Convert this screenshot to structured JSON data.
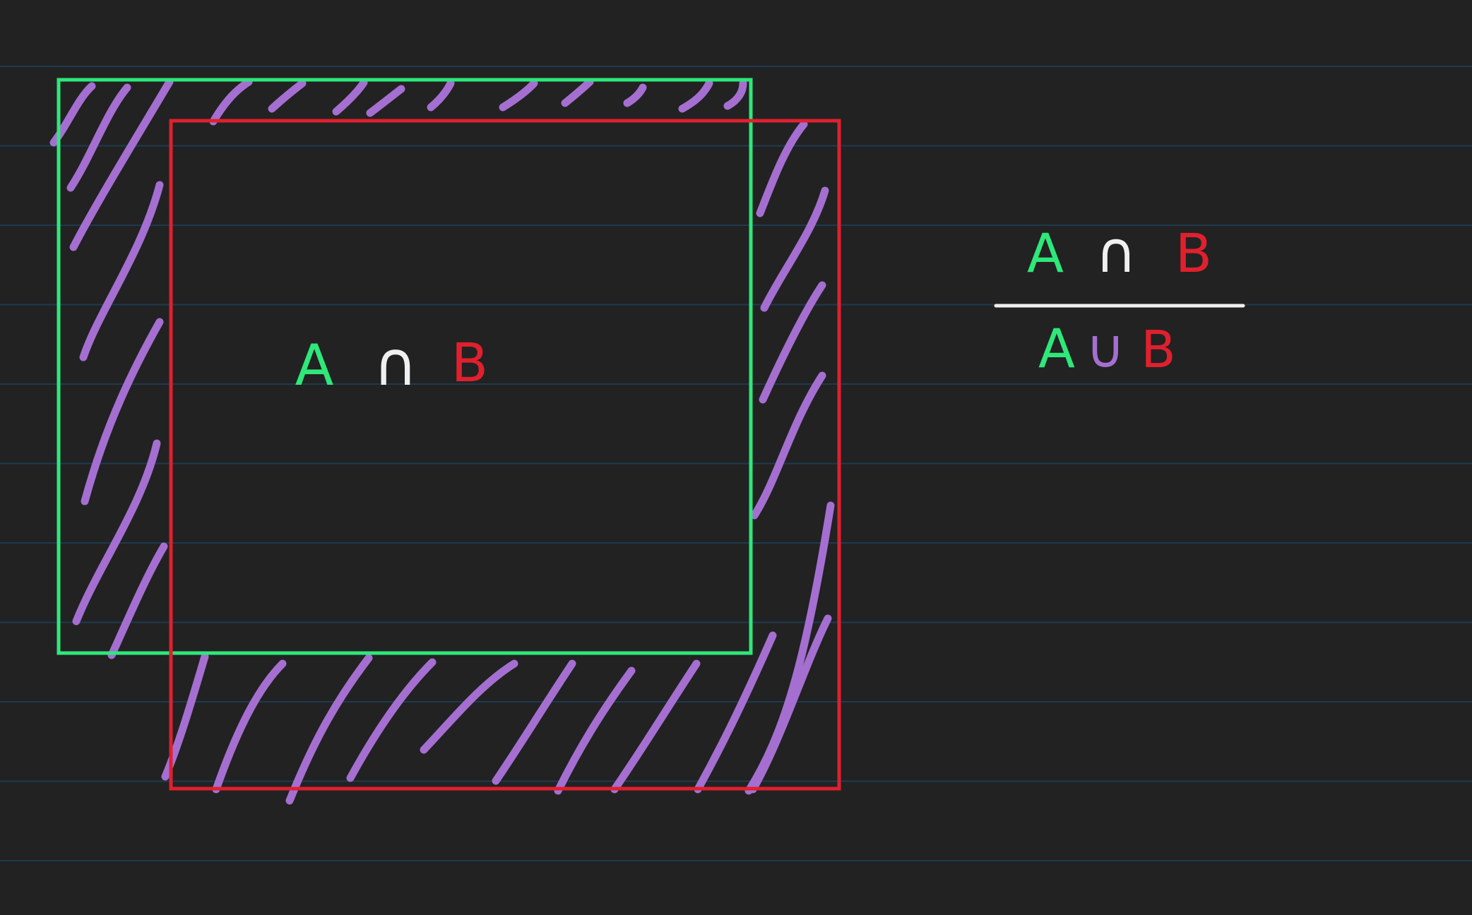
{
  "page": {
    "background": "#222222",
    "rule_color": "#1d3a50"
  },
  "colors": {
    "set_a": "#2ee87a",
    "set_b": "#e0202e",
    "symbol": "#f0f0f0",
    "hatch": "#a56fd1"
  },
  "diagram": {
    "box_a_name": "A",
    "box_b_name": "B",
    "center_label": {
      "left": "A",
      "op": "∩",
      "right": "B"
    }
  },
  "formula": {
    "numerator": {
      "left": "A",
      "op": "∩",
      "right": "B"
    },
    "denominator": {
      "left": "A",
      "op": "∪",
      "right": "B"
    }
  }
}
